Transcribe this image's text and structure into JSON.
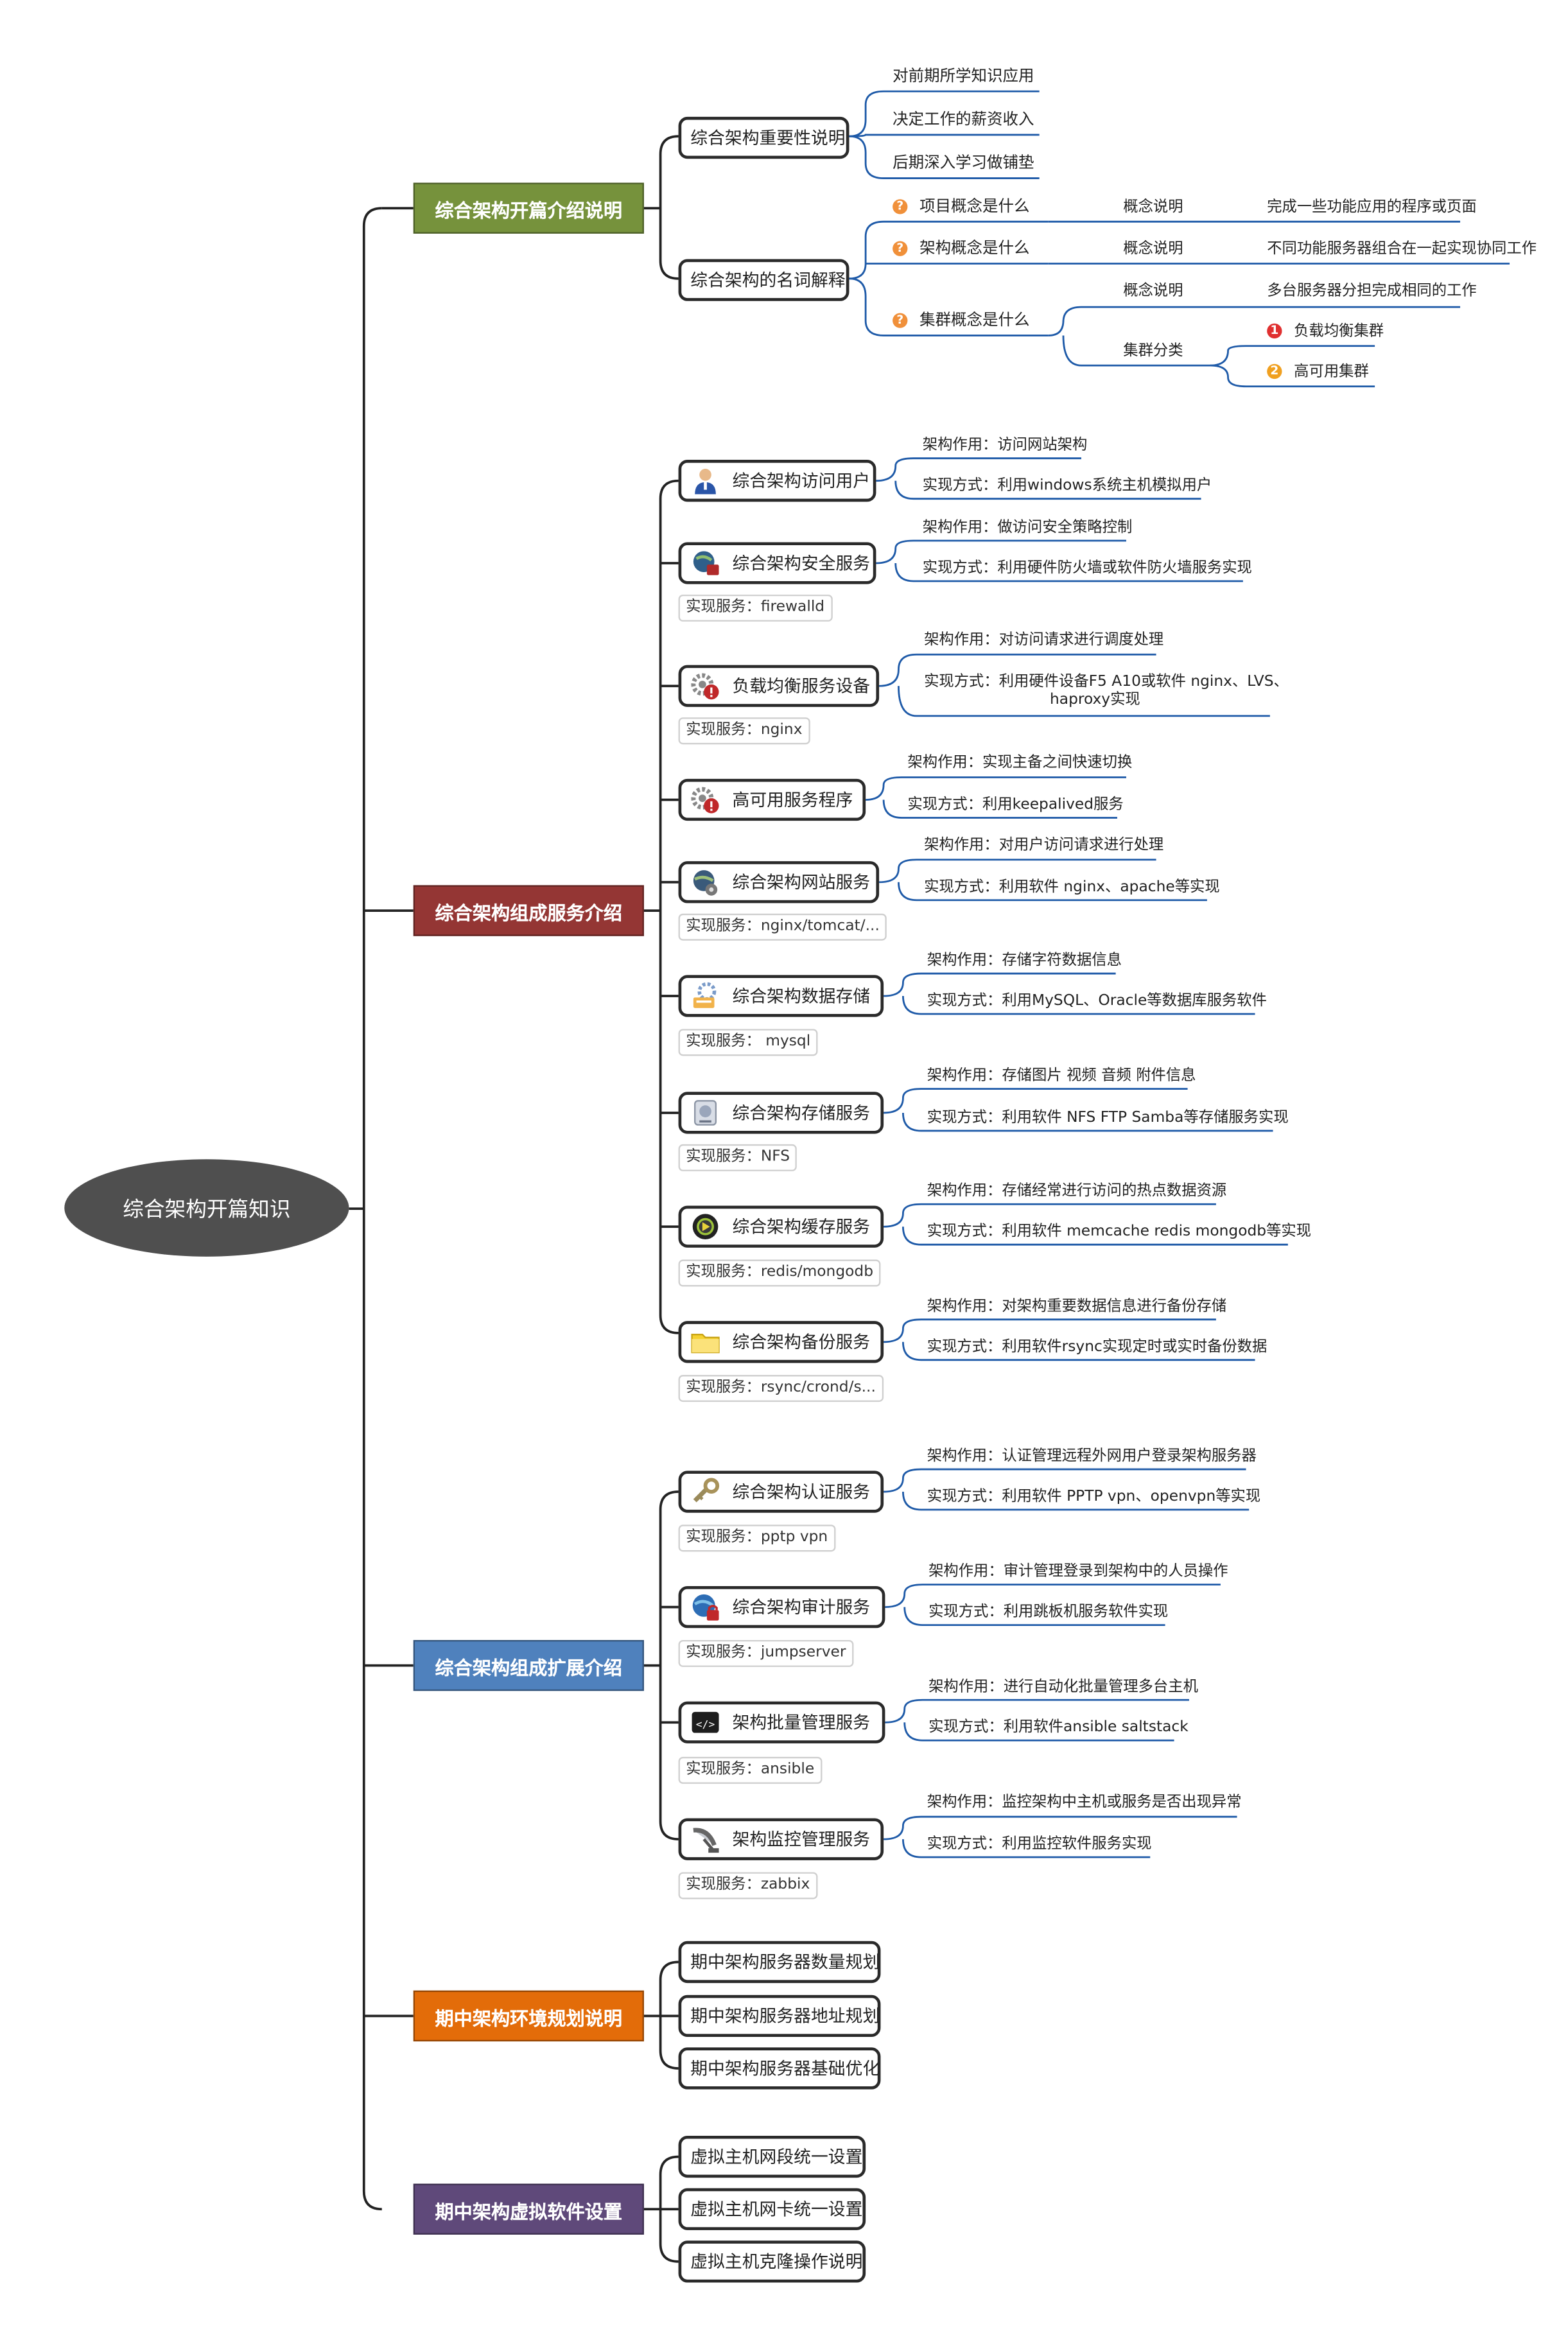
{
  "root": "综合架构开篇知识",
  "colors": {
    "intro": "#76923c",
    "compose": "#943634",
    "extend": "#4f81bd",
    "env": "#e36c09",
    "vm": "#5f497a",
    "question": "#f0903a",
    "num1": "#e03030",
    "num2": "#f0a020"
  },
  "intro": {
    "title": "综合架构开篇介绍说明",
    "importance": {
      "title": "综合架构重要性说明",
      "items": [
        "对前期所学知识应用",
        "决定工作的薪资收入",
        "后期深入学习做铺垫"
      ]
    },
    "terms": {
      "title": "综合架构的名词解释",
      "project": {
        "label": "项目概念是什么",
        "concept": "概念说明",
        "desc": "完成一些功能应用的程序或页面"
      },
      "arch": {
        "label": "架构概念是什么",
        "concept": "概念说明",
        "desc": "不同功能服务器组合在一起实现协同工作"
      },
      "cluster": {
        "label": "集群概念是什么",
        "concept": "概念说明",
        "desc": "多台服务器分担完成相同的工作",
        "category": "集群分类",
        "types": [
          "负载均衡集群",
          "高可用集群"
        ],
        "type_numbers": [
          "1",
          "2"
        ]
      }
    },
    "question_mark": "?"
  },
  "compose": {
    "title": "综合架构组成服务介绍",
    "services": [
      {
        "name": "综合架构访问用户",
        "icon": "user-icon",
        "note": "",
        "role": "架构作用：访问网站架构",
        "impl": "实现方式：利用windows系统主机模拟用户",
        "impl2": ""
      },
      {
        "name": "综合架构安全服务",
        "icon": "globe-shield-icon",
        "note": "实现服务：firewalld",
        "role": "架构作用：做访问安全策略控制",
        "impl": "实现方式：利用硬件防火墙或软件防火墙服务实现",
        "impl2": ""
      },
      {
        "name": "负载均衡服务设备",
        "icon": "gear-warning-icon",
        "note": "实现服务：nginx",
        "role": "架构作用：对访问请求进行调度处理",
        "impl": "实现方式：利用硬件设备F5 A10或软件 nginx、LVS、",
        "impl2": "haproxy实现"
      },
      {
        "name": "高可用服务程序",
        "icon": "gear-warning-icon",
        "note": "",
        "role": "架构作用：实现主备之间快速切换",
        "impl": "实现方式：利用keepalived服务",
        "impl2": ""
      },
      {
        "name": "综合架构网站服务",
        "icon": "globe-gear-icon",
        "note": "实现服务：nginx/tomcat/...",
        "role": "架构作用：对用户访问请求进行处理",
        "impl": "实现方式：利用软件 nginx、apache等实现",
        "impl2": ""
      },
      {
        "name": "综合架构数据存储",
        "icon": "database-gear-icon",
        "note": "实现服务： mysql",
        "role": "架构作用：存储字符数据信息",
        "impl": "实现方式：利用MySQL、Oracle等数据库服务软件",
        "impl2": ""
      },
      {
        "name": "综合架构存储服务",
        "icon": "storage-icon",
        "note": "实现服务：NFS",
        "role": "架构作用：存储图片 视频 音频 附件信息",
        "impl": "实现方式：利用软件 NFS FTP Samba等存储服务实现",
        "impl2": ""
      },
      {
        "name": "综合架构缓存服务",
        "icon": "cache-icon",
        "note": "实现服务：redis/mongodb",
        "role": "架构作用：存储经常进行访问的热点数据资源",
        "impl": "实现方式：利用软件 memcache redis mongodb等实现",
        "impl2": ""
      },
      {
        "name": "综合架构备份服务",
        "icon": "folder-icon",
        "note": "实现服务：rsync/crond/s...",
        "role": "架构作用：对架构重要数据信息进行备份存储",
        "impl": "实现方式：利用软件rsync实现定时或实时备份数据",
        "impl2": ""
      }
    ]
  },
  "extend": {
    "title": "综合架构组成扩展介绍",
    "services": [
      {
        "name": "综合架构认证服务",
        "icon": "key-icon",
        "note": "实现服务：pptp vpn",
        "role": "架构作用：认证管理远程外网用户登录架构服务器",
        "impl": "实现方式：利用软件 PPTP vpn、openvpn等实现"
      },
      {
        "name": "综合架构审计服务",
        "icon": "globe-lock-icon",
        "note": "实现服务：jumpserver",
        "role": "架构作用：审计管理登录到架构中的人员操作",
        "impl": "实现方式：利用跳板机服务软件实现"
      },
      {
        "name": "架构批量管理服务",
        "icon": "terminal-icon",
        "note": "实现服务：ansible",
        "role": "架构作用：进行自动化批量管理多台主机",
        "impl": "实现方式：利用软件ansible saltstack"
      },
      {
        "name": "架构监控管理服务",
        "icon": "satellite-icon",
        "note": "实现服务：zabbix",
        "role": "架构作用：监控架构中主机或服务是否出现异常",
        "impl": "实现方式：利用监控软件服务实现"
      }
    ],
    "terminal_glyph": "</>"
  },
  "env": {
    "title": "期中架构环境规划说明",
    "items": [
      "期中架构服务器数量规划",
      "期中架构服务器地址规划",
      "期中架构服务器基础优化"
    ]
  },
  "vm": {
    "title": "期中架构虚拟软件设置",
    "items": [
      "虚拟主机网段统一设置",
      "虚拟主机网卡统一设置",
      "虚拟主机克隆操作说明"
    ]
  }
}
